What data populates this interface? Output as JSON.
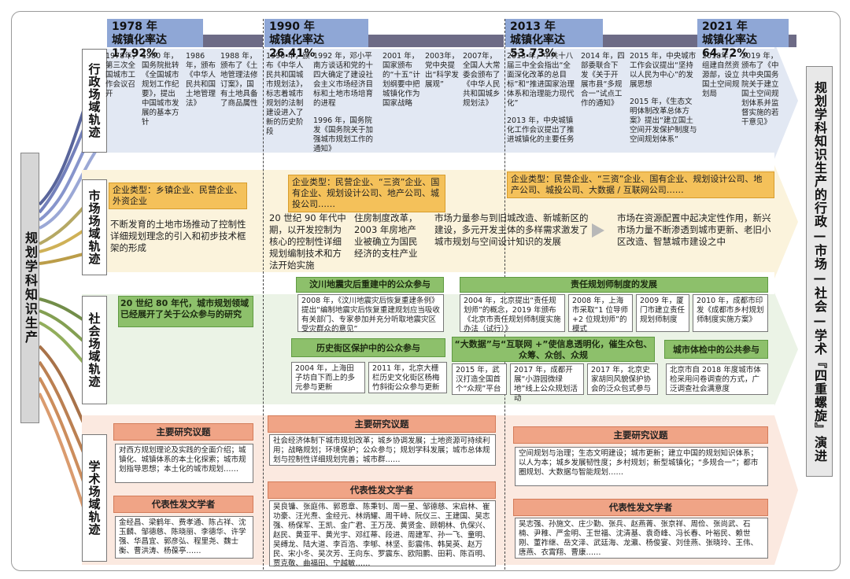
{
  "main_left": "规划学科知识生产",
  "main_right": "规划学科知识生产的行政—市场—社会—学术『四重螺旋』演进",
  "domains": {
    "admin": "行政场域轨迹",
    "market": "市场场域轨迹",
    "social": "社会场域轨迹",
    "academic": "学术场域轨迹"
  },
  "years": [
    {
      "year": "1978 年",
      "rate": "城镇化率达 17.92%"
    },
    {
      "year": "1990 年",
      "rate": "城镇化率达 26.41%"
    },
    {
      "year": "2013 年",
      "rate": "城镇化率达 53.73%"
    },
    {
      "year": "2021 年",
      "rate": "城镇化率达 64.72%"
    }
  ],
  "admin_events": [
    "1978年，第三次全国城市工作会议召开",
    "1980 年，国务院批转《全国城市规划工作纪要》，提出中国城市发展的基本方针",
    "1986年，颁布《中华人民共和国土地管理法》",
    "1988 年，颁布了《土地管理法修订案》，国有土地具备了商品属性",
    "1990 年，颁布《中华人民共和国城市规划法》，标志着城市规划的法制建设进入了新的历史阶段",
    "1992 年，邓小平南方谈话和党的十四大确定了建设社会主义市场经济目标和土地市场培育的进程",
    "1996 年，国务院发《国务院关于加强城市规划工作的通知》",
    "2001 年，国家颁布的“十五”计划纲要中把城镇化作为国家战略",
    "2003年，党中央提出“科学发展观”",
    "2007年，全国人大常委会颁布了《中华人民共和国城乡规划法》",
    "2013 年，中共十八届三中全会指出“全面深化改革的总目标”和“推进国家治理体系和治理能力现代化”",
    "2013 年，中央城镇化工作会议提出了推进城镇化的主要任务",
    "2014 年，四部委联合下发《关于开展市县“多规合一”试点工作的通知》",
    "2015 年，中央城市工作会议提出“坚持以人民为中心”的发展思想",
    "2015 年，《生态文明体制改革总体方案》提出“建立国土空间开发保护制度与空间规划体系”",
    "2018年，组建自然资源部，设立国土空间规划局",
    "2019 年，颁布了《中共中央国务院关于建立国土空间规划体系并监督实施的若干意见》"
  ],
  "market": {
    "enterprise_1": "企业类型：乡镇企业、民营企业、外资企业",
    "enterprise_2": "企业类型：民营企业、“三资”企业、国有企业、规划设计公司、地产公司、城投公司……",
    "enterprise_3": "企业类型：民营企业、“三资”企业、国有企业、规划设计公司、地产公司、城投公司、大数据 / 互联网公司……",
    "text_1": "不断发育的土地市场推动了控制性详细规划理念的引入和初步技术框架的形成",
    "text_2": "20 世纪 90 年代中期，以开发控制为核心的控制性详细规划编制技术和方法开始实施",
    "text_3": "住房制度改革，2003 年房地产业被确立为国民经济的支柱产业",
    "text_4": "市场力量参与到旧城改造、新城新区的建设，多元开发主体的多样需求激发了城市规划与空间设计知识的发展",
    "text_5": "市场在资源配置中起决定性作用，新兴市场力量不断渗透到城市更新、老旧小区改造、智慧城市建设之中"
  },
  "social": {
    "intro": "20 世纪 80 年代，城市规划领域已经展开了关于公众参与的研究",
    "h_wenchuan": "汶川地震灾后重建中的公众参与",
    "t_wenchuan": "2008 年，《汶川地震灾后恢复重建条例》提出“编制地震灾后恢复重建规划应当吸收有关部门、专家参加并充分听取地震灾区受灾群众的意见”",
    "h_duty": "责任规划师制度的发展",
    "t_duty_1": "2004 年，北京提出“责任规划师”的概念，2019 年颁布《北京市责任规划师制度实施办法（试行）》",
    "t_duty_2": "2008 年，上海市采取“1 位导师 +2 位规划师”的模式",
    "t_duty_3": "2009 年，厦门市建立责任规划师制度",
    "t_duty_4": "2010 年，成都市印发《成都市乡村规划师制度实施方案》",
    "h_historic": "历史街区保护中的公众参与",
    "t_historic_1": "2004 年，上海田子坊自下而上的多元参与更新",
    "t_historic_2": "2011 年，北京大栅栏历史文化街区杨梅竹斜街公众参与更新",
    "h_bigdata": "“大数据”与“互联网 +”使信息透明化，催生众包、众筹、众创、众规",
    "t_bigdata_1": "2015 年，武汉打造全国首个“众规”平台",
    "t_bigdata_2": "2017 年，成都开展“小游园微绿地”线上公众规划活动",
    "t_bigdata_3": "2017 年，北京史家胡同风貌保护协会的泛众包式参与",
    "h_checkup": "城市体检中的公共参与",
    "t_checkup": "北京市自 2018 年度城市体检采用问卷调查的方式，广泛调查社会满意度"
  },
  "academic": {
    "topics_h": "主要研究议题",
    "topics_1": "对西方规划理论及实践的全面介绍；城镇化、城镇体系的本土化探索；城市规划指导思想；本土化的城市规划……",
    "topics_2": "社会经济体制下城市规划改革；城乡协调发展；土地资源可持续利用；战略规划；环境保护；公众参与；规划学科发展；城市总体规划与控制性详细规划完善；城市群……",
    "topics_3": "空间规划与治理；生态文明建设；城市更新；建立中国的规划知识体系；以人为本；城乡发展韧性度；乡村规划；新型城镇化；“多规合一”；都市圈规划、大数据与智能规划……",
    "scholars_h": "代表性发文学者",
    "scholars_1": "金经昌、梁鹤年、费孝通、陈占祥、沈玉麟、邹德慈、陈晓丽、李德华、许学强、华昌宜、郭彦弘、程里尧、魏士衡、曹洪涛、杨葆亭……",
    "scholars_2": "吴良镛、张庭伟、郭恩章、陈秉钊、周一星、邹德慈、宋启林、崔功豪、汪光焘、金经元、林炳耀、周干峙、阮仪三、王建国、吴志强、杨保军、王凯、金广君、王万茂、黄贤金、顾朝林、仇保兴、赵民、黄亚平、黄光宇、邓红蒂、段进、周建军、孙一飞、童明、吴缚龙、陆大道、李百浩、李郇、林坚、彭震伟、韩昊英、赵万民、宋小冬、吴次芳、王向东、罗震东、欧阳鹏、田莉、陈百明、贾克敬、曲福田、宁越敏……",
    "scholars_3": "吴志强、孙施文、庄少勤、张兵、赵燕菁、张京祥、周俭、张尚武、石楠、尹稚、严金明、王世福、沈清基、袁奇峰、冯长春、叶裕民、赖世刚、董祚继、岳文泽、武廷海、龙瀛、杨俊宴、刘佳燕、张晓玲、王伟、唐燕、衣霄翔、曹康……"
  },
  "colors": {
    "admin_band": "#e2e8f3",
    "market_band": "#fbf3dc",
    "social_band": "#ebf3e6",
    "academic_band": "#fbe9e0",
    "year_box": "#8fa7d6",
    "timeline": "#6d6b86",
    "enterprise": "#f4c15a",
    "social_header": "#8dc06b",
    "academic_header": "#f0a486"
  }
}
